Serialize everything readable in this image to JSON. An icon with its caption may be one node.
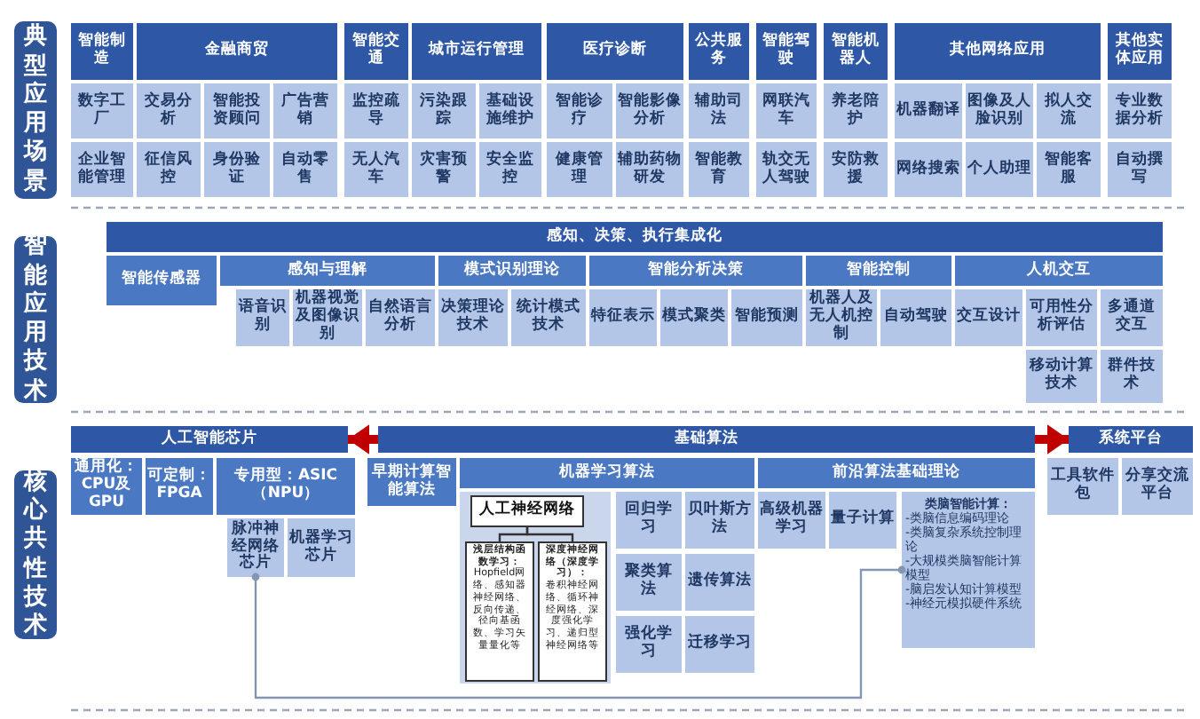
{
  "diagram": {
    "nodes": [
      {
        "text": [
          "典型应用场景"
        ]
      },
      {
        "text": [
          "智能制造"
        ]
      },
      {
        "text": [
          "金融商贸"
        ]
      },
      {
        "text": [
          "智能交通"
        ]
      },
      {
        "text": [
          "城市运行管理"
        ]
      },
      {
        "text": [
          "医疗诊断"
        ]
      },
      {
        "text": [
          "公共服务"
        ]
      },
      {
        "text": [
          "智能驾驶"
        ]
      },
      {
        "text": [
          "智能机器人"
        ]
      },
      {
        "text": [
          "其他网络应用"
        ]
      },
      {
        "text": [
          "其他实体应用"
        ]
      },
      {
        "text": [
          "数字工厂"
        ]
      },
      {
        "text": [
          "交易分析"
        ]
      },
      {
        "text": [
          "智能投资顾问"
        ]
      },
      {
        "text": [
          "广告营销"
        ]
      },
      {
        "text": [
          "监控疏导"
        ]
      },
      {
        "text": [
          "污染跟踪"
        ]
      },
      {
        "text": [
          "基础设施维护"
        ]
      },
      {
        "text": [
          "智能诊疗"
        ]
      },
      {
        "text": [
          "智能影像分析"
        ]
      },
      {
        "text": [
          "辅助司法"
        ]
      },
      {
        "text": [
          "网联汽车"
        ]
      },
      {
        "text": [
          "养老陪护"
        ]
      },
      {
        "text": [
          "机器翻译"
        ]
      },
      {
        "text": [
          "图像及人脸识别"
        ]
      },
      {
        "text": [
          "拟人交流"
        ]
      },
      {
        "text": [
          "专业数据分析"
        ]
      },
      {
        "text": [
          "企业智能管理"
        ]
      },
      {
        "text": [
          "征信风控"
        ]
      },
      {
        "text": [
          "身份验证"
        ]
      },
      {
        "text": [
          "自动零售"
        ]
      },
      {
        "text": [
          "无人汽车"
        ]
      },
      {
        "text": [
          "灾害预警"
        ]
      },
      {
        "text": [
          "安全监控"
        ]
      },
      {
        "text": [
          "健康管理"
        ]
      },
      {
        "text": [
          "辅助药物研发"
        ]
      },
      {
        "text": [
          "智能教育"
        ]
      },
      {
        "text": [
          "轨交无人驾驶"
        ]
      },
      {
        "text": [
          "安防救援"
        ]
      },
      {
        "text": [
          "网络搜索"
        ]
      },
      {
        "text": [
          "个人助理"
        ]
      },
      {
        "text": [
          "智能客服"
        ]
      },
      {
        "text": [
          "自动撰写"
        ]
      },
      {
        "text": [
          "智能应用技术"
        ]
      },
      {
        "text": [
          "感知、决策、执行集成化"
        ]
      },
      {
        "text": [
          "智能传感器"
        ]
      },
      {
        "text": [
          "感知与理解"
        ]
      },
      {
        "text": [
          "模式识别理论"
        ]
      },
      {
        "text": [
          "智能分析决策"
        ]
      },
      {
        "text": [
          "智能控制"
        ]
      },
      {
        "text": [
          "人机交互"
        ]
      },
      {
        "text": [
          "语音识别"
        ]
      },
      {
        "text": [
          "机器视觉及图像识别"
        ]
      },
      {
        "text": [
          "自然语言分析"
        ]
      },
      {
        "text": [
          "决策理论技术"
        ]
      },
      {
        "text": [
          "统计模式技术"
        ]
      },
      {
        "text": [
          "特征表示"
        ]
      },
      {
        "text": [
          "模式聚类"
        ]
      },
      {
        "text": [
          "智能预测"
        ]
      },
      {
        "text": [
          "机器人及无人机控制"
        ]
      },
      {
        "text": [
          "自动驾驶"
        ]
      },
      {
        "text": [
          "交互设计"
        ]
      },
      {
        "text": [
          "可用性分析评估"
        ]
      },
      {
        "text": [
          "多通道交互"
        ]
      },
      {
        "text": [
          "移动计算技术"
        ]
      },
      {
        "text": [
          "群件技术"
        ]
      },
      {
        "text": [
          "核心共性技术"
        ]
      },
      {
        "text": [
          "人工智能芯片"
        ]
      },
      {
        "text": [
          "基础算法"
        ]
      },
      {
        "text": [
          "系统平台"
        ]
      },
      {
        "text": [
          "通用化：CPU及GPU"
        ]
      },
      {
        "text": [
          "可定制：FPGA"
        ]
      },
      {
        "text": [
          "专用型：ASIC（NPU）"
        ]
      },
      {
        "text": [
          "早期计算智能算法"
        ]
      },
      {
        "text": [
          "机器学习算法"
        ]
      },
      {
        "text": [
          "前沿算法基础理论"
        ]
      },
      {
        "text": [
          "工具软件包"
        ]
      },
      {
        "text": [
          "分享交流平台"
        ]
      },
      {
        "text": [
          "脉冲神经网络芯片"
        ]
      },
      {
        "text": [
          "机器学习芯片"
        ]
      },
      {
        "text": [],
        "shape": "box"
      },
      {
        "text": [
          "人工神经网络"
        ],
        "in": 80
      },
      {
        "text": [
          "浅层结构函数学习：",
          "Hopfield网络、感知器神经网络、反向传递、径向基函数、学习矢量量化等"
        ],
        "in": 80
      },
      {
        "text": [
          "深度神经网络（深度学习）：",
          "卷积神经网络、循环神经网络、深度强化学习、递归型神经网络等"
        ],
        "in": 80
      },
      {
        "text": [
          "回归学习"
        ]
      },
      {
        "text": [
          "贝叶斯方法"
        ]
      },
      {
        "text": [
          "高级机器学习"
        ]
      },
      {
        "text": [
          "量子计算"
        ]
      },
      {
        "text": [
          "类脑智能计算：",
          "-类脑信息编码理论",
          "-类脑复杂系统控制理论",
          "-大规模类脑智能计算模型",
          "-脑启发认知计算模型",
          "-神经元模拟硬件系统"
        ]
      },
      {
        "text": [
          "聚类算法"
        ]
      },
      {
        "text": [
          "遗传算法"
        ]
      },
      {
        "text": [
          "强化学习"
        ]
      },
      {
        "text": [
          "迁移学习"
        ]
      }
    ],
    "edges": [
      {
        "from": 68,
        "to": 67,
        "arrow": "to",
        "style": "thick",
        "color": "#c00000"
      },
      {
        "from": 68,
        "to": 69,
        "arrow": "to",
        "style": "thick",
        "color": "#c00000"
      },
      {
        "from": 81,
        "to": 82,
        "arrow": "none",
        "color": "#333333"
      },
      {
        "from": 81,
        "to": 83,
        "arrow": "none",
        "color": "#333333"
      },
      {
        "from": 78,
        "to": 88,
        "arrow": "other",
        "color": "#8496b0"
      }
    ]
  }
}
